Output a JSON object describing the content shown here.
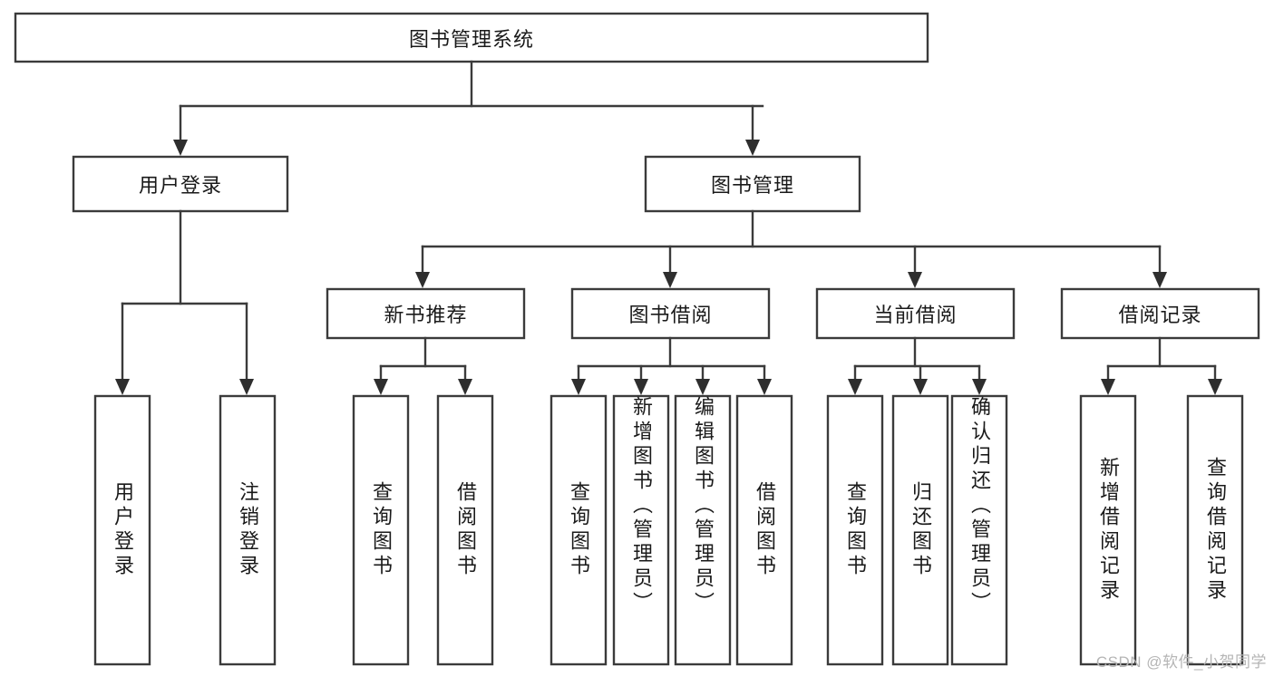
{
  "diagram": {
    "title": "图书管理系统",
    "type": "tree-hierarchy",
    "orientation": "top-down",
    "colors": {
      "box_stroke": "#3b3b3b",
      "box_fill": "#ffffff",
      "connector": "#3b3b3b",
      "text": "#1a1a1a",
      "watermark": "#b5b5b5"
    },
    "root": {
      "label": "图书管理系统"
    },
    "level2": [
      {
        "label": "用户登录"
      },
      {
        "label": "图书管理"
      }
    ],
    "level3": [
      {
        "label": "新书推荐"
      },
      {
        "label": "图书借阅"
      },
      {
        "label": "当前借阅"
      },
      {
        "label": "借阅记录"
      }
    ],
    "leaves": [
      {
        "label": "用户登录",
        "parent": "用户登录"
      },
      {
        "label": "注销登录",
        "parent": "用户登录"
      },
      {
        "label": "查询图书",
        "parent": "新书推荐"
      },
      {
        "label": "借阅图书",
        "parent": "新书推荐"
      },
      {
        "label": "查询图书",
        "parent": "图书借阅"
      },
      {
        "label": "新增图书（管理员）",
        "parent": "图书借阅"
      },
      {
        "label": "编辑图书（管理员）",
        "parent": "图书借阅"
      },
      {
        "label": "借阅图书",
        "parent": "图书借阅"
      },
      {
        "label": "查询图书",
        "parent": "当前借阅"
      },
      {
        "label": "归还图书",
        "parent": "当前借阅"
      },
      {
        "label": "确认归还（管理员）",
        "parent": "当前借阅"
      },
      {
        "label": "新增借阅记录",
        "parent": "借阅记录"
      },
      {
        "label": "查询借阅记录",
        "parent": "借阅记录"
      }
    ]
  },
  "watermark": {
    "text": "CSDN @软件_小贺同学"
  }
}
